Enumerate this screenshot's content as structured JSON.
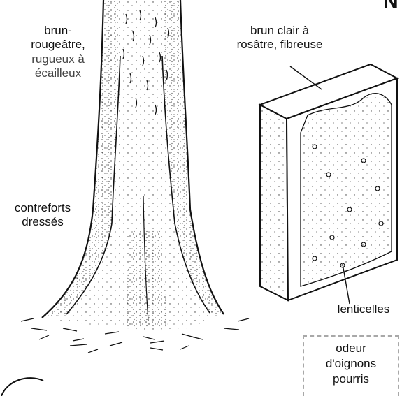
{
  "corner_letter": "N",
  "labels": {
    "bark_line1": "brun-",
    "bark_line2": "rougeâtre,",
    "bark_line3": "rugueux à",
    "bark_line4": "écailleux",
    "inner_line1": "brun clair à",
    "inner_line2": "rosâtre, fibreuse",
    "buttress_line1": "contreforts",
    "buttress_line2": "dressés",
    "lenticels": "lenticelles"
  },
  "note": {
    "line1": "odeur",
    "line2": "d'oignons",
    "line3": "pourris"
  }
}
